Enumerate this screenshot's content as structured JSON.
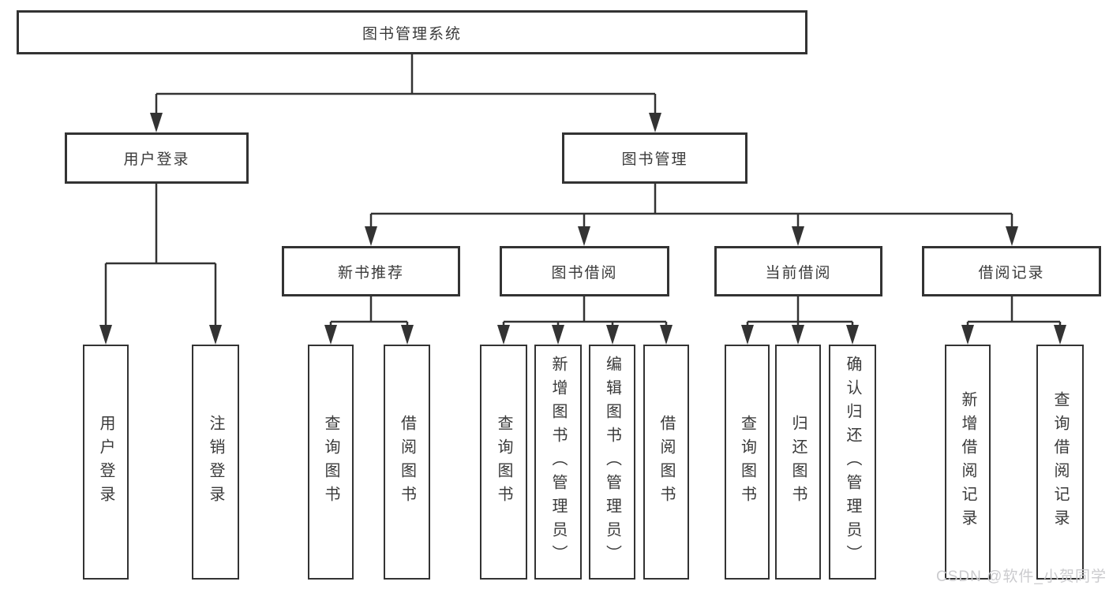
{
  "colors": {
    "line": "#333333",
    "text": "#3a3a3a",
    "bg": "#ffffff",
    "watermark": "#cbcbce"
  },
  "watermark": "CSDN @软件_小贺同学",
  "tree": {
    "label": "图书管理系统",
    "children": [
      {
        "label": "用户登录",
        "children": [
          {
            "label": "用户登录"
          },
          {
            "label": "注销登录"
          }
        ]
      },
      {
        "label": "图书管理",
        "children": [
          {
            "label": "新书推荐",
            "children": [
              {
                "label": "查询图书"
              },
              {
                "label": "借阅图书"
              }
            ]
          },
          {
            "label": "图书借阅",
            "children": [
              {
                "label": "查询图书"
              },
              {
                "label": "新增图书（管理员）"
              },
              {
                "label": "编辑图书（管理员）"
              },
              {
                "label": "借阅图书"
              }
            ]
          },
          {
            "label": "当前借阅",
            "children": [
              {
                "label": "查询图书"
              },
              {
                "label": "归还图书"
              },
              {
                "label": "确认归还（管理员）"
              }
            ]
          },
          {
            "label": "借阅记录",
            "children": [
              {
                "label": "新增借阅记录"
              },
              {
                "label": "查询借阅记录"
              }
            ]
          }
        ]
      }
    ]
  }
}
